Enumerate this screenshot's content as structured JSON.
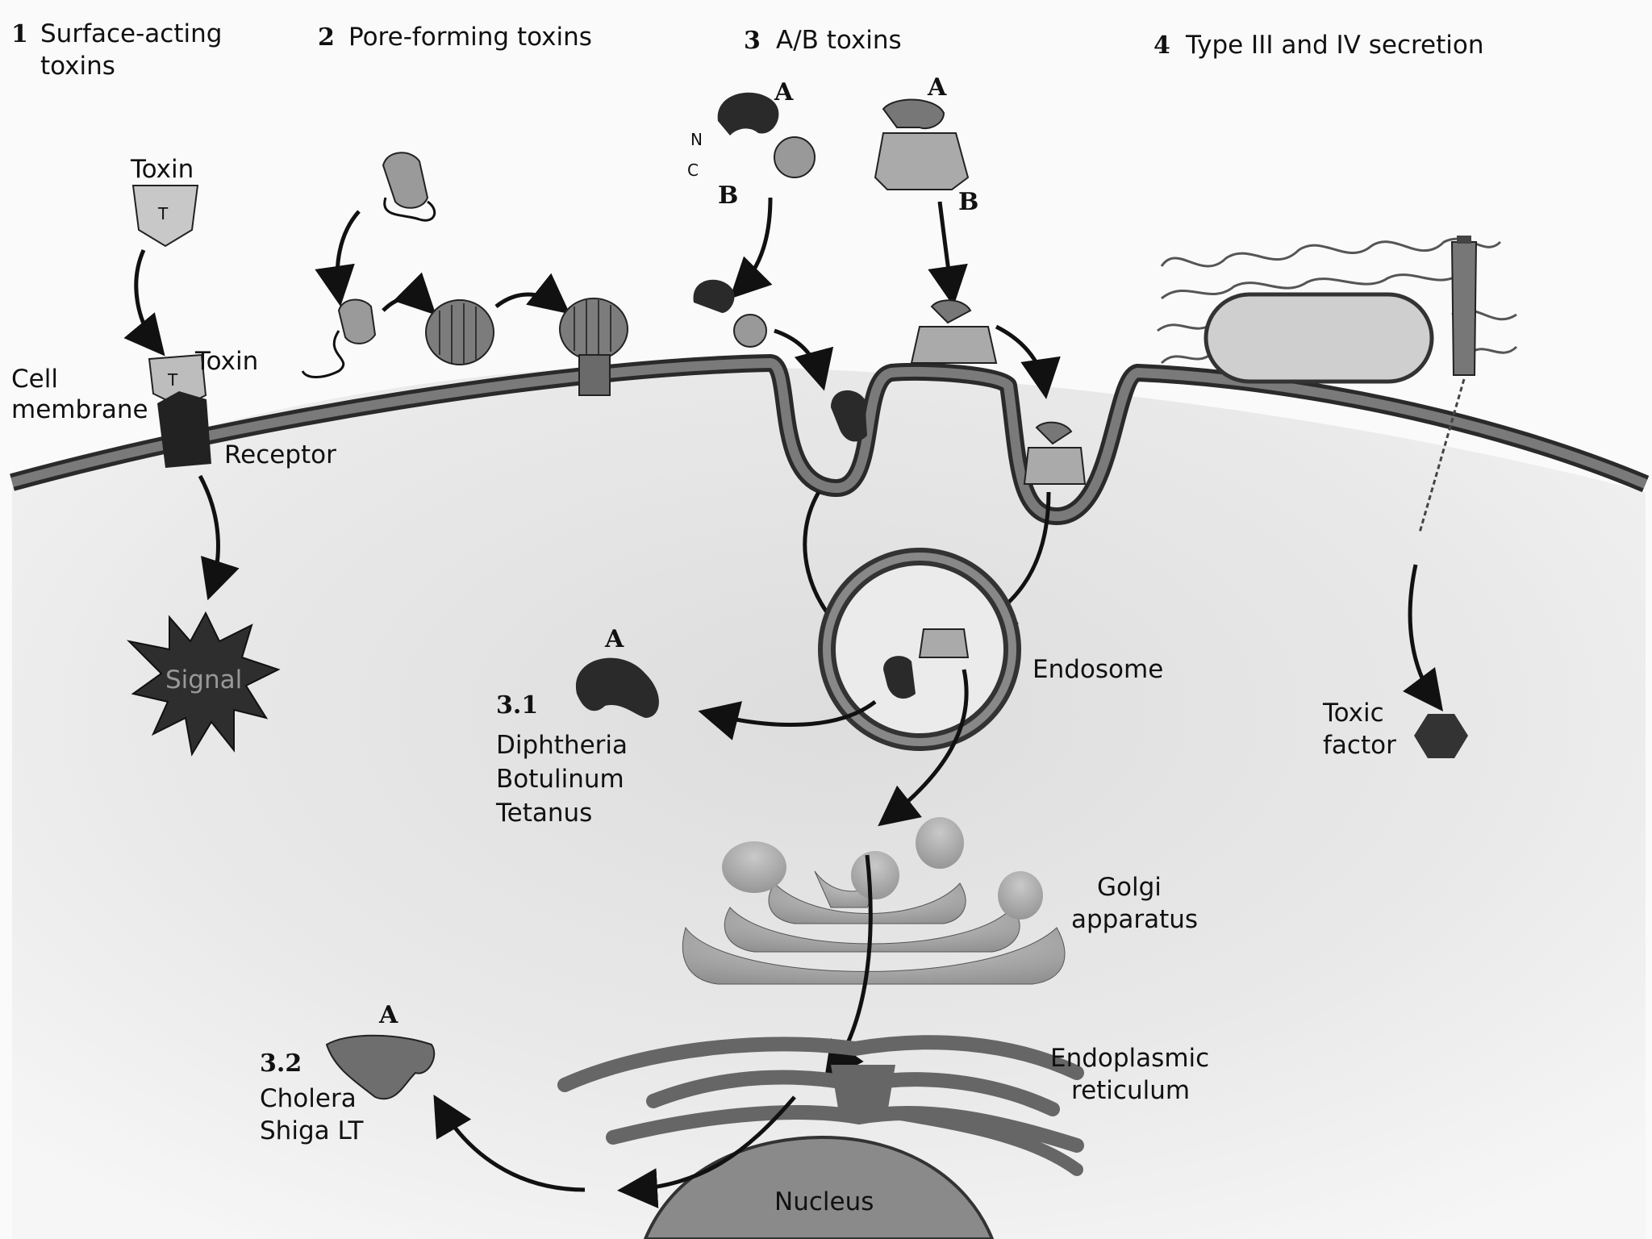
{
  "headers": {
    "h1_num": "1",
    "h1_line1": "Surface-acting",
    "h1_line2": "toxins",
    "h2_num": "2",
    "h2_text": "Pore-forming toxins",
    "h3_num": "3",
    "h3_text": "A/B toxins",
    "h4_num": "4",
    "h4_text": "Type III and IV secretion"
  },
  "surface": {
    "toxin_top": "Toxin",
    "t_letter": "T",
    "toxin_bound": "Toxin",
    "t_bound_letter": "T",
    "receptor": "Receptor",
    "signal": "Signal"
  },
  "membrane": {
    "line1": "Cell",
    "line2": "membrane"
  },
  "ab": {
    "a_label": "A",
    "b_label": "B",
    "n_label": "N",
    "c_label": "C",
    "a2_label": "A",
    "b2_label": "B"
  },
  "organelles": {
    "endosome": "Endosome",
    "golgi_1": "Golgi",
    "golgi_2": "apparatus",
    "er_1": "Endoplasmic",
    "er_2": "reticulum",
    "nucleus": "Nucleus"
  },
  "result31": {
    "a": "A",
    "num": "3.1",
    "line1": "Diphtheria",
    "line2": "Botulinum",
    "line3": "Tetanus"
  },
  "result32": {
    "a": "A",
    "num": "3.2",
    "line1": "Cholera",
    "line2": "Shiga LT"
  },
  "secretion": {
    "toxic_1": "Toxic",
    "toxic_2": "factor"
  }
}
